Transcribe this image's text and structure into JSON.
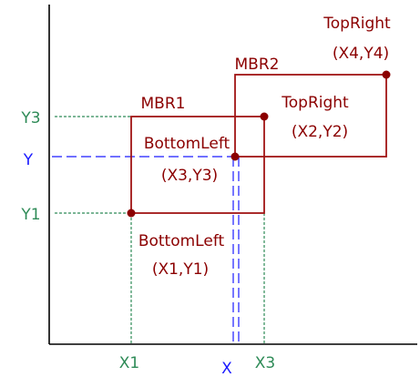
{
  "colors": {
    "rect": "#a01414",
    "point": "#8b0000",
    "text_red": "#8b0000",
    "guide_green": "#2e8b57",
    "guide_blue": "#1a1aff",
    "axis": "#000000"
  },
  "mbr1": {
    "label": "MBR1",
    "bottom_left": {
      "title": "BottomLeft",
      "coords": "(X1,Y1)"
    },
    "top_right": {
      "title": "TopRight",
      "coords": "(X2,Y2)"
    }
  },
  "mbr2": {
    "label": "MBR2",
    "bottom_left": {
      "title": "BottomLeft",
      "coords": "(X3,Y3)"
    },
    "top_right": {
      "title": "TopRight",
      "coords": "(X4,Y4)"
    }
  },
  "axis_labels": {
    "y3": "Y3",
    "y": "Y",
    "y1": "Y1",
    "x1": "X1",
    "x": "X",
    "x3": "X3"
  }
}
